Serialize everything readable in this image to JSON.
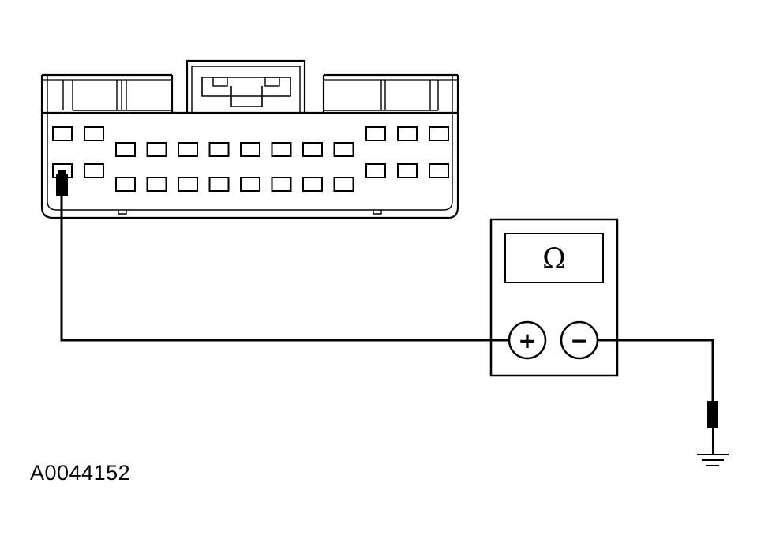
{
  "figure": {
    "id_label": "A0044152"
  },
  "meter": {
    "display_symbol": "Ω",
    "positive_terminal": "+",
    "negative_terminal": "−"
  },
  "connector": {
    "top_row_left_pins": 2,
    "middle_row_pins": 8,
    "bottom_row_pins": 8,
    "right_pins_per_row": 3
  },
  "colors": {
    "line": "#000000",
    "background": "#ffffff"
  }
}
